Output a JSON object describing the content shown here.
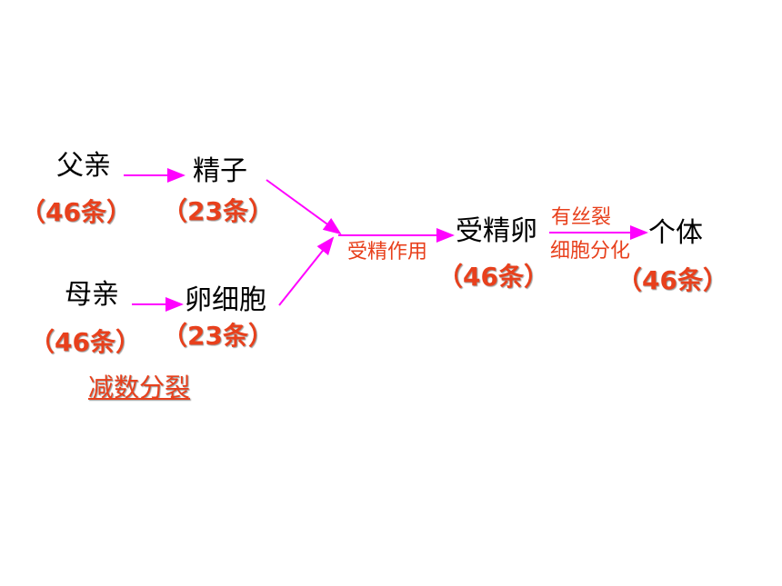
{
  "nodes": {
    "father": "父亲",
    "father_count": "（46条）",
    "sperm": "精子",
    "sperm_count": "（23条）",
    "mother": "母亲",
    "mother_count": "（46条）",
    "egg": "卵细胞",
    "egg_count": "（23条）",
    "meiosis": "减数分裂",
    "fertilization": "受精作用",
    "zygote": "受精卵",
    "zygote_count": "（46条）",
    "mitosis_line1": "有丝裂",
    "mitosis_line2": "细胞分化",
    "individual": "个体",
    "individual_count": "（46条）"
  },
  "colors": {
    "arrow": "#ff00ff",
    "count_text": "#e8401c",
    "label_text": "#000000"
  }
}
